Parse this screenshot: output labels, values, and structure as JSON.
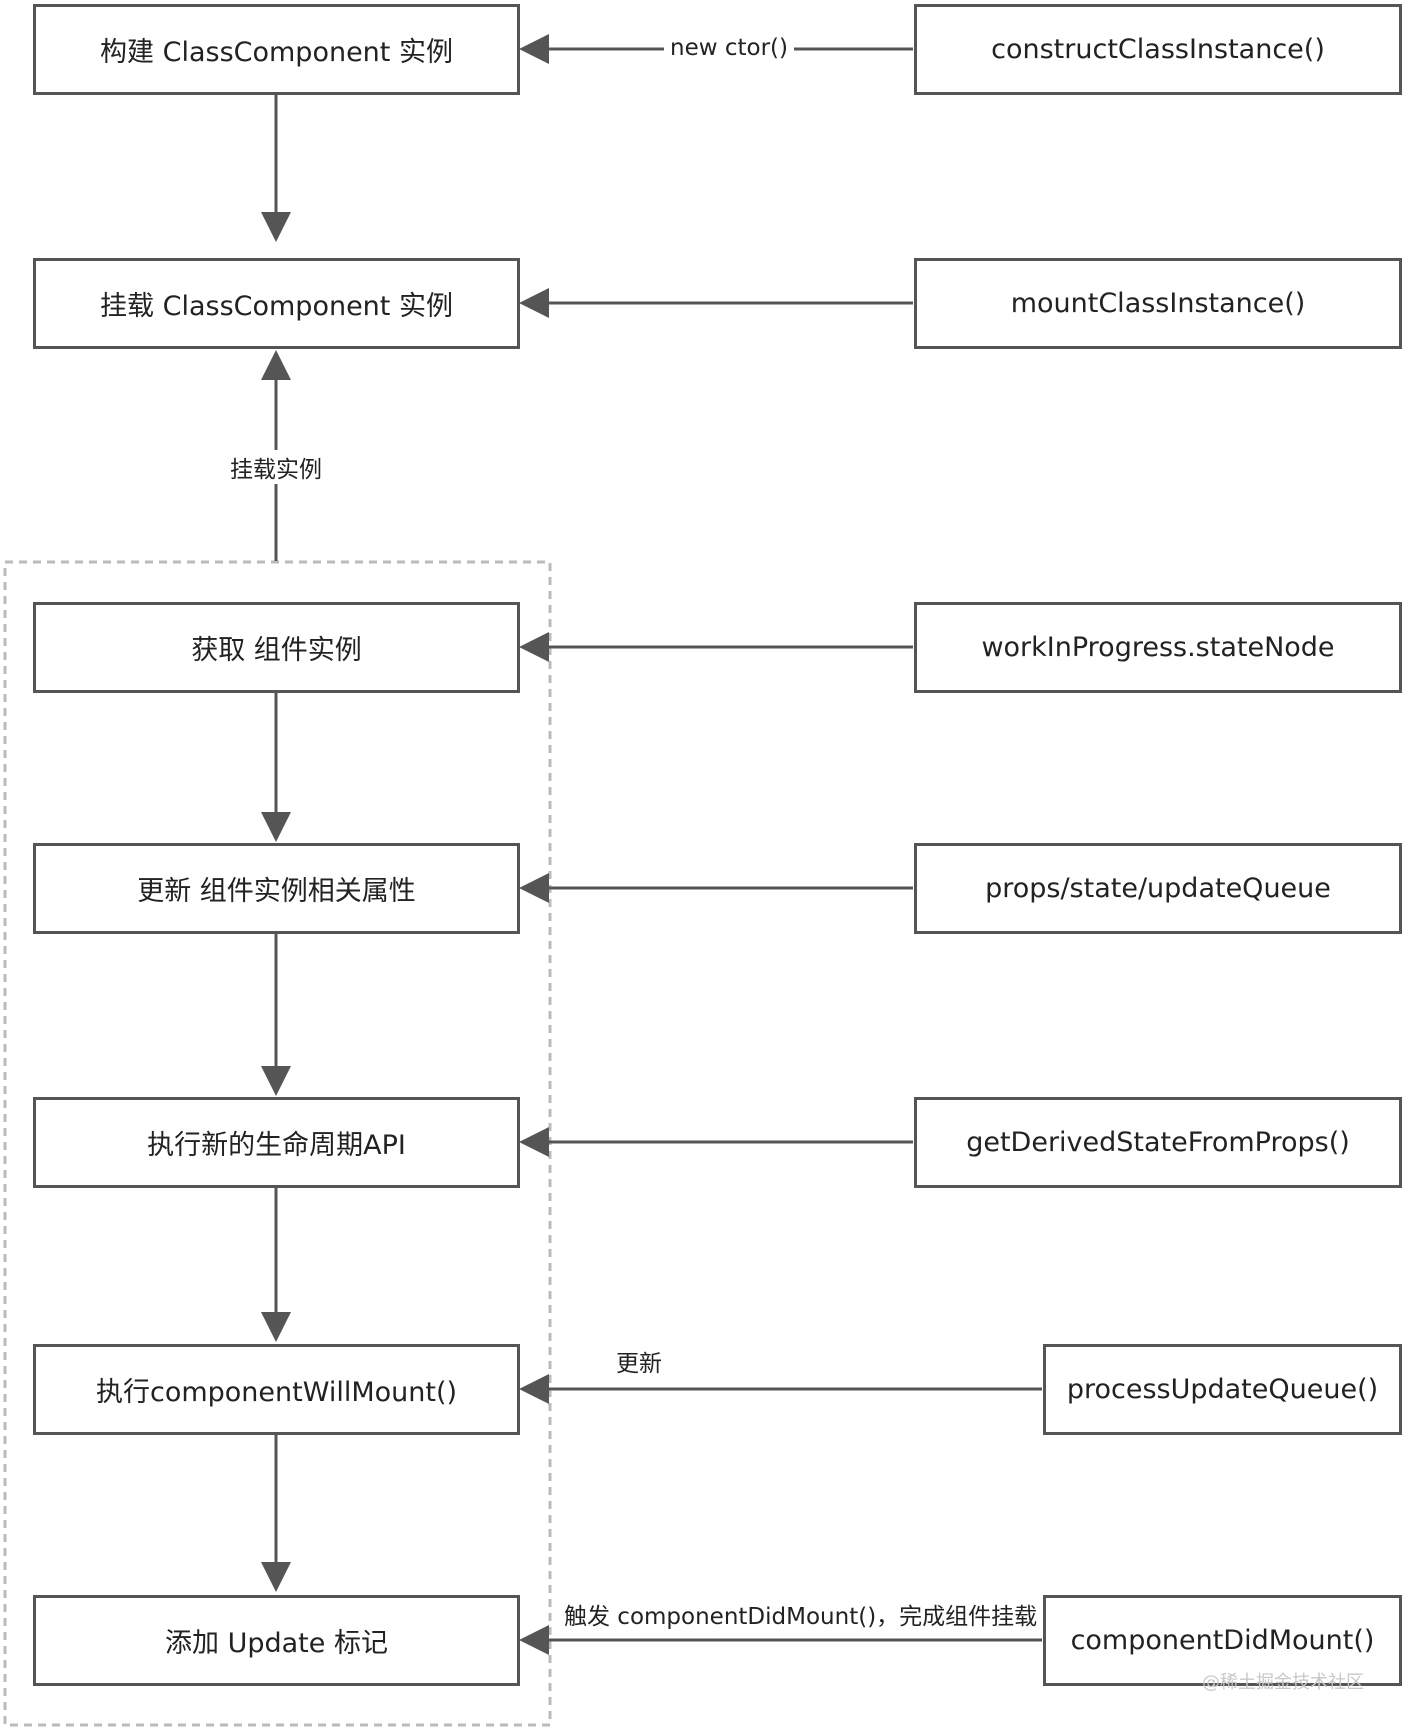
{
  "left_nodes": {
    "build": "构建 ClassComponent 实例",
    "mount": "挂载 ClassComponent 实例",
    "get_instance": "获取 组件实例",
    "update_props": "更新 组件实例相关属性",
    "lifecycle_api": "执行新的生命周期API",
    "will_mount": "执行componentWillMount()",
    "add_update": "添加 Update 标记"
  },
  "right_nodes": {
    "construct": "constructClassInstance()",
    "mount_fn": "mountClassInstance()",
    "state_node": "workInProgress.stateNode",
    "props_state": "props/state/updateQueue",
    "derived": "getDerivedStateFromProps()",
    "process_queue": "processUpdateQueue()",
    "did_mount": "componentDidMount()"
  },
  "edge_labels": {
    "new_ctor": "new ctor()",
    "mount_instance": "挂载实例",
    "update": "更新",
    "trigger": "触发 componentDidMount()，完成组件挂载"
  },
  "watermark": "@稀土掘金技术社区",
  "colors": {
    "stroke": "#555555",
    "group_border": "#bbbbbb",
    "text": "#222222"
  }
}
